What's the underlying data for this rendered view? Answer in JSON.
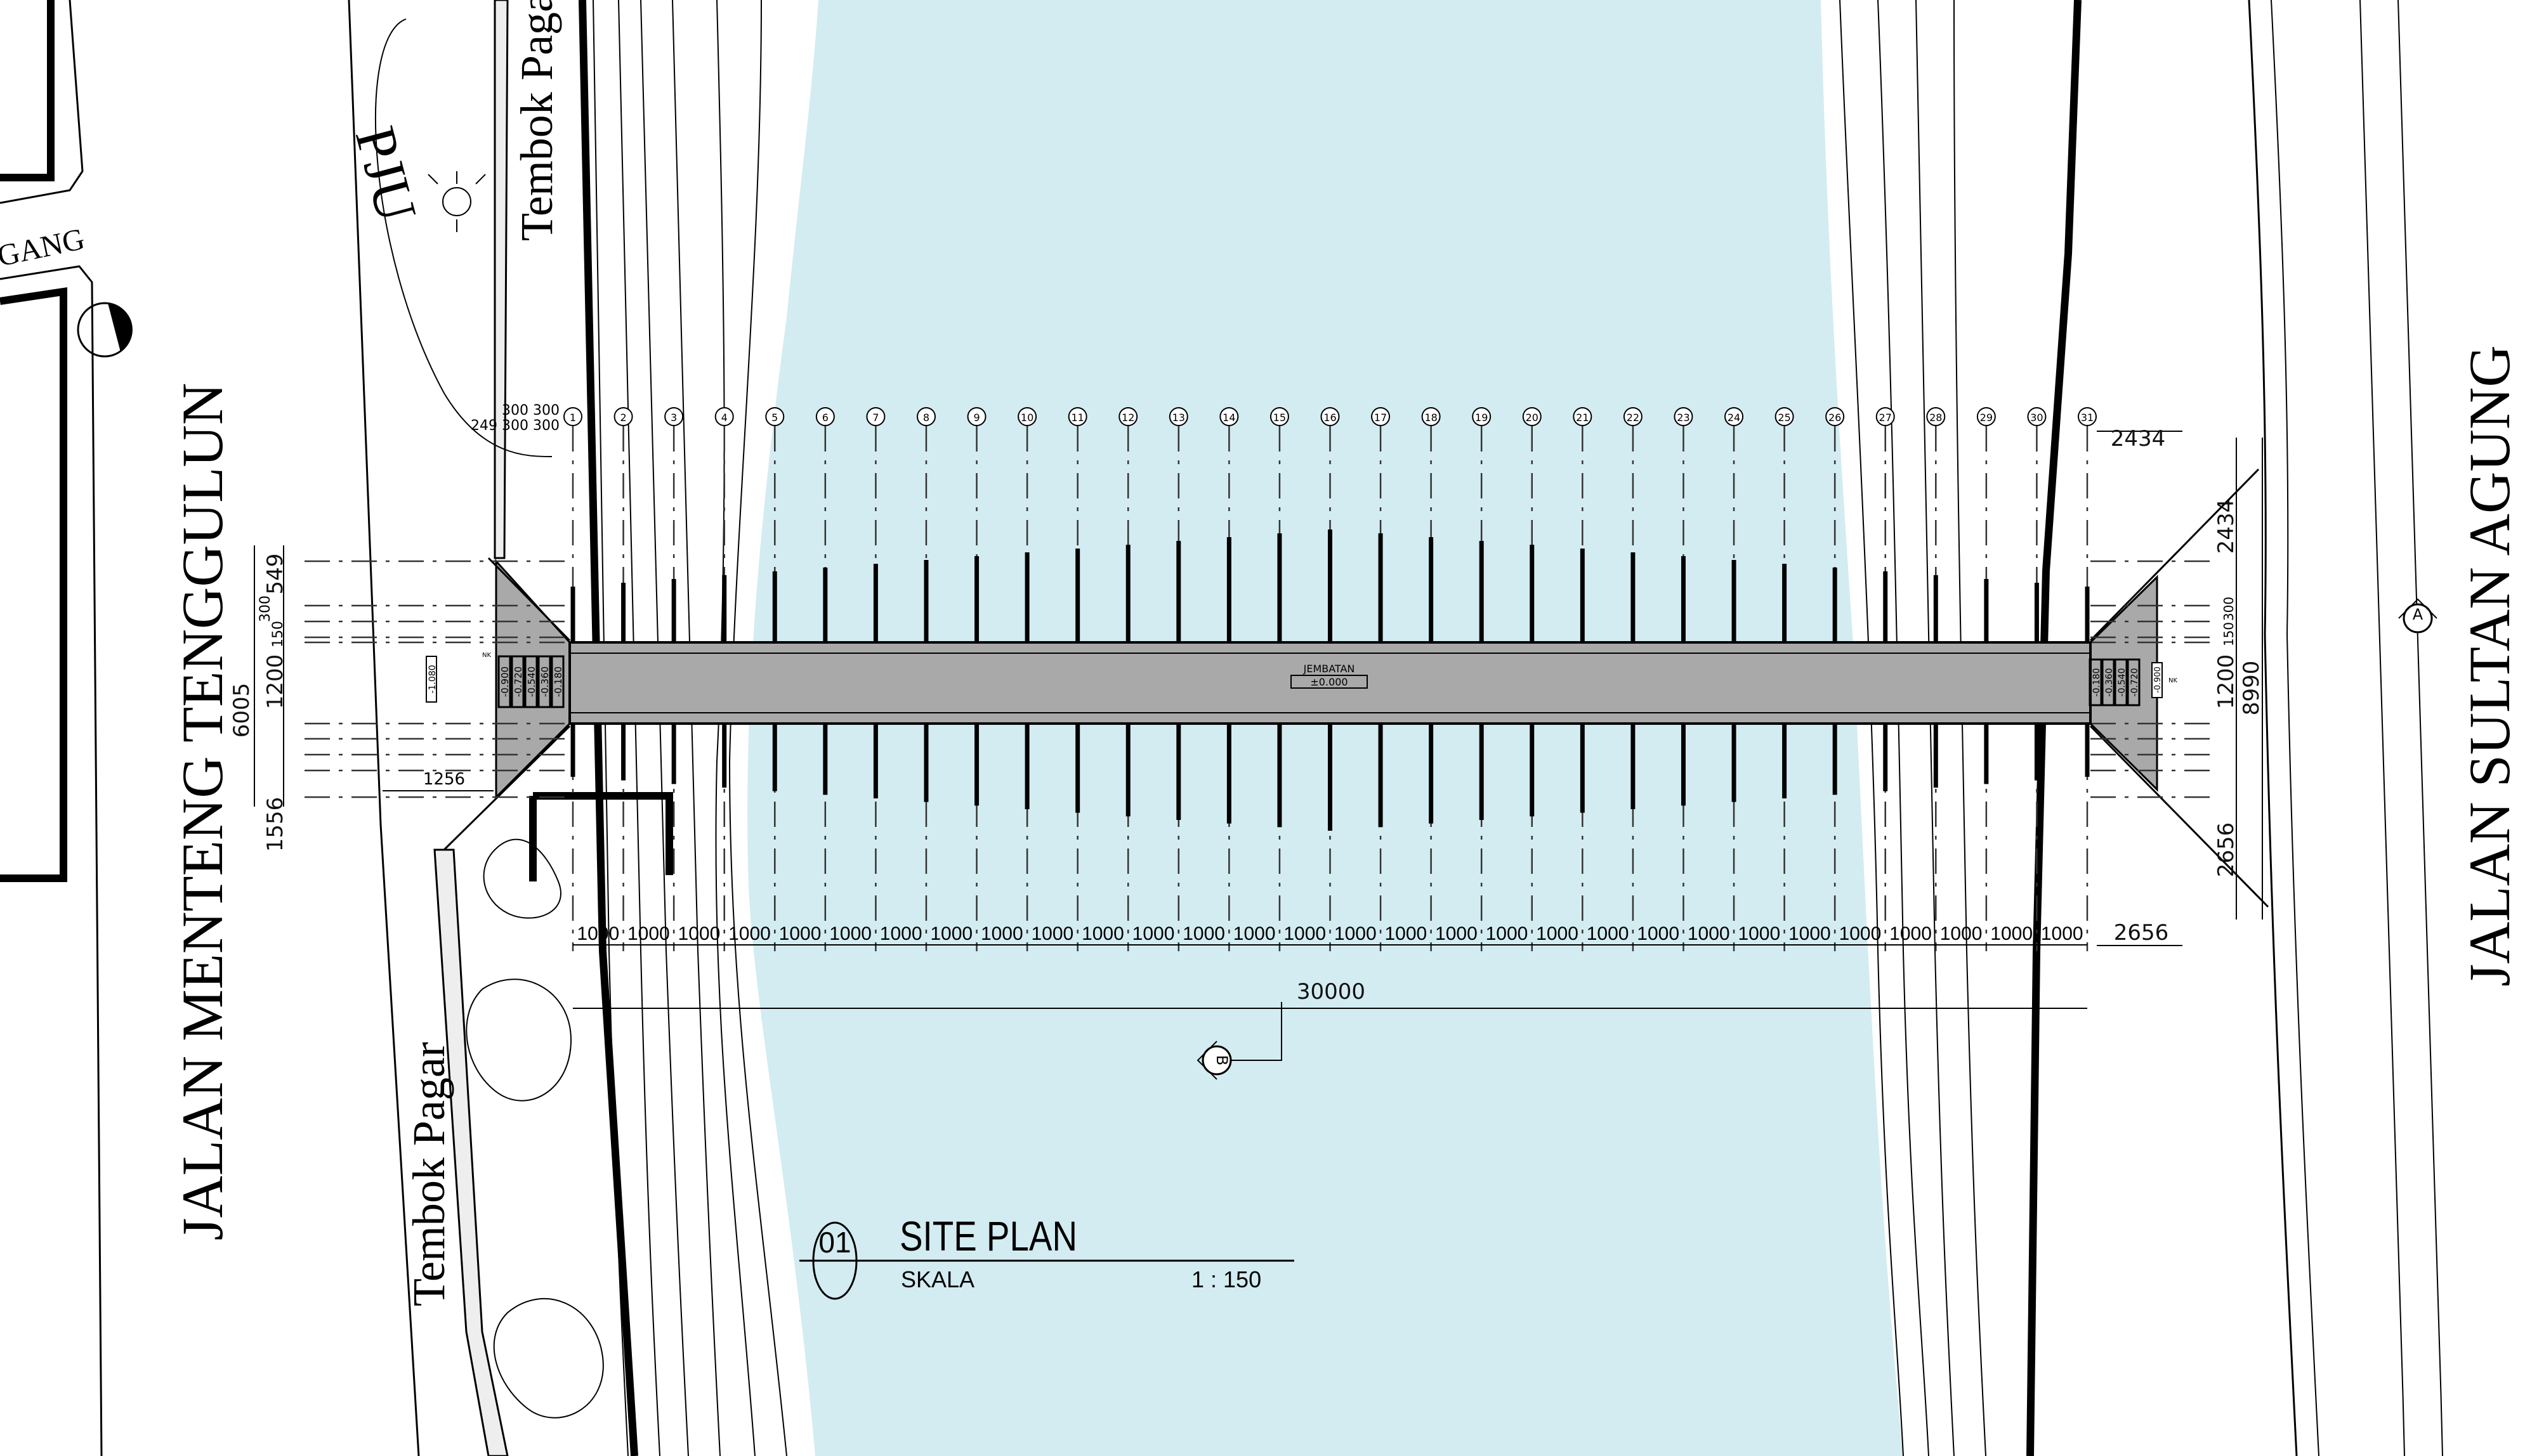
{
  "drawing": {
    "title": "SITE PLAN",
    "number": "01",
    "scale_label": "SKALA",
    "scale_value": "1 : 150",
    "colors": {
      "water": "#d3ecf1",
      "deck": "#a9a9a9",
      "line": "#000000"
    }
  },
  "labels": {
    "road_left": "JALAN MENTENG TENGGULUN",
    "road_right": "JALAN SULTAN AGUNG",
    "wall_top": "Tembok Pagar",
    "wall_bottom": "Tembok Pagar",
    "pju": "PJU",
    "gang": "GANG",
    "bridge_name": "JEMBATAN",
    "bridge_level": "±0.000",
    "section_a": "A",
    "section_b": "B",
    "nk_left": "NK",
    "nk_right": "NK"
  },
  "grid_labels": [
    "1",
    "2",
    "3",
    "4",
    "5",
    "6",
    "7",
    "8",
    "9",
    "10",
    "11",
    "12",
    "13",
    "14",
    "15",
    "16",
    "17",
    "18",
    "19",
    "20",
    "21",
    "22",
    "23",
    "24",
    "25",
    "26",
    "27",
    "28",
    "29",
    "30",
    "31"
  ],
  "span_dimension": "1000",
  "total_length": "30000",
  "left_levels": [
    "-0.900",
    "-0.720",
    "-0.540",
    "-0.360",
    "-0.180"
  ],
  "left_level_box": "-1.080",
  "right_levels": [
    "-0.180",
    "-0.360",
    "-0.540",
    "-0.720"
  ],
  "right_level_box": "-0.900",
  "left_dims": {
    "total": "6005",
    "top": "549",
    "deck": "1200",
    "bottom": "1556",
    "step": "300",
    "half": "150",
    "offset": "1256",
    "top_row_a": "300  300",
    "top_row_b": "249  300  300"
  },
  "right_dims": {
    "total": "8990",
    "top": "2434",
    "top_horizontal": "2434",
    "deck": "1200",
    "bottom": "2656",
    "bottom_horizontal": "2656",
    "step": "300",
    "half": "150"
  }
}
